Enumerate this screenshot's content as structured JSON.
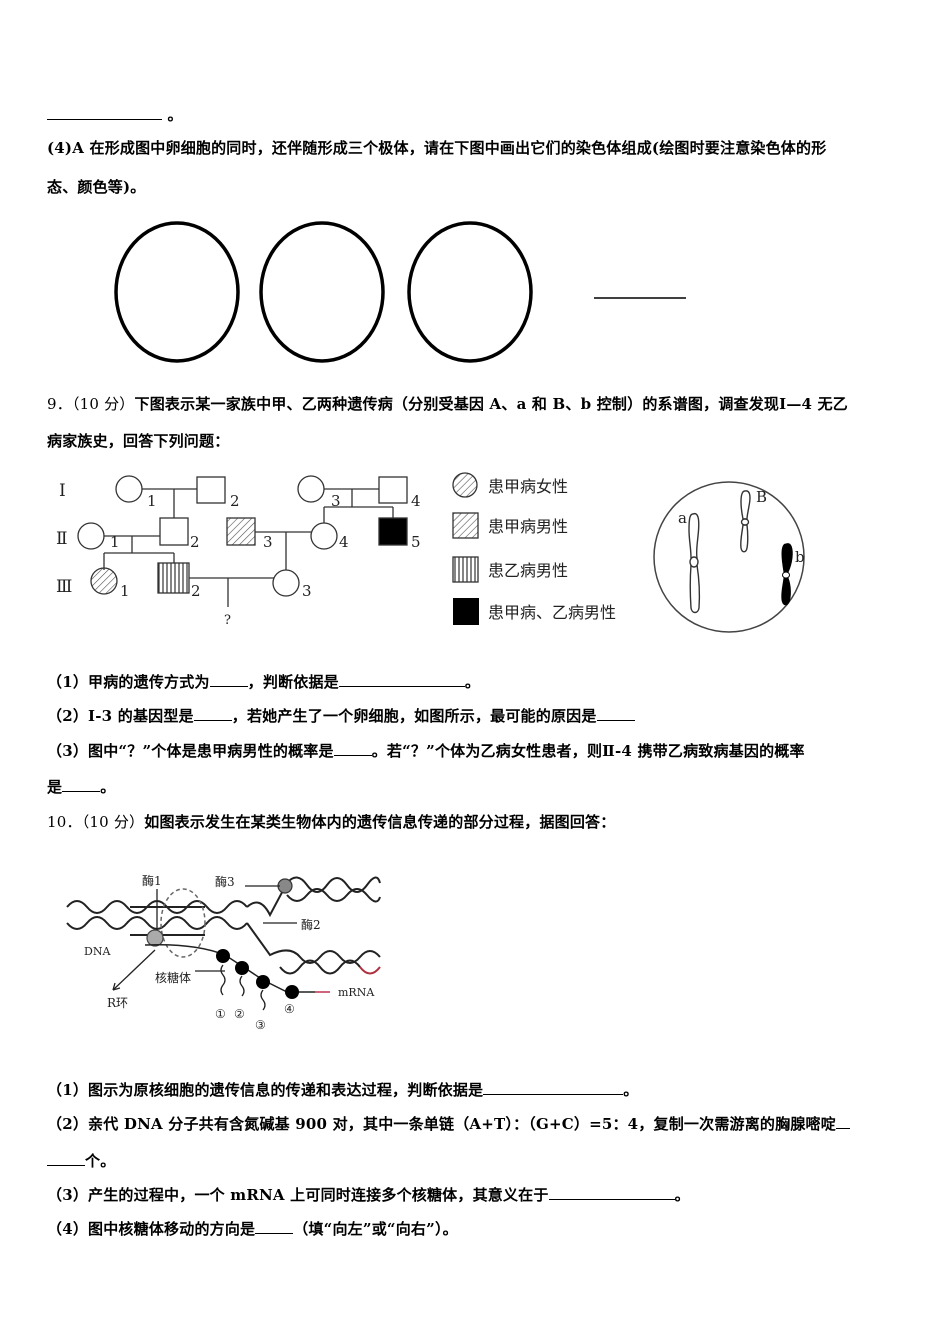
{
  "section_q8": {
    "top_blank_end": "。",
    "part4_line1": "(4)A 在形成图中卵细胞的同时，还伴随形成三个极体，请在下图中画出它们的染色体组成(绘图时要注意染色体的形",
    "part4_line2": "态、颜色等)。",
    "circles_count": 3
  },
  "question9": {
    "number": "9．",
    "score": "（10 分）",
    "stem_line1": "下图表示某一家族中甲、乙两种遗传病（分别受基因 A、a 和 B、b 控制）的系谱图，调查发现Ⅰ—4 无乙",
    "stem_line2": "病家族史，回答下列问题：",
    "pedigree": {
      "generations": [
        "Ⅰ",
        "Ⅱ",
        "Ⅲ"
      ],
      "labels": [
        "1",
        "2",
        "3",
        "4",
        "5"
      ],
      "unknown": "?"
    },
    "legend": [
      {
        "symbol": "hatched-circle",
        "label": "患甲病女性"
      },
      {
        "symbol": "hatched-square",
        "label": "患甲病男性"
      },
      {
        "symbol": "striped-square",
        "label": "患乙病男性"
      },
      {
        "symbol": "filled-square",
        "label": "患甲病、乙病男性"
      }
    ],
    "cell_labels": {
      "a": "a",
      "B": "B",
      "b": "b"
    },
    "parts": {
      "p1_prefix": "（1）甲病的遗传方式为",
      "p1_mid": "，判断依据是",
      "p1_end": "。",
      "p2_prefix": "（2）Ⅰ-3 的基因型是",
      "p2_mid": "，若她产生了一个卵细胞，如图所示，最可能的原因是",
      "p3_prefix": "（3）图中“？”个体是患甲病男性的概率是",
      "p3_mid": "。若“？”个体为乙病女性患者，则Ⅱ-4 携带乙病致病基因的概率",
      "p3_line2_prefix": "是",
      "p3_line2_end": "。"
    }
  },
  "question10": {
    "number": "10．",
    "score": "（10 分）",
    "stem": "如图表示发生在某类生物体内的遗传信息传递的部分过程，据图回答：",
    "diagram_labels": {
      "enzyme1": "酶1",
      "enzyme2": "酶2",
      "enzyme3": "酶3",
      "dna": "DNA",
      "ribosome": "核糖体",
      "r_loop": "R环",
      "mrna": "mRNA",
      "peptides": [
        "①",
        "②",
        "③",
        "④"
      ]
    },
    "parts": {
      "p1_prefix": "（1）图示为原核细胞的遗传信息的传递和表达过程，判断依据是",
      "p1_end": "。",
      "p2_prefix": "（2）亲代 DNA 分子共有含氮碱基 900 对，其中一条单链（A+T）：（G+C）=5：4，复制一次需游离的胸腺嘧啶",
      "p2_line2_end": "个。",
      "p3_prefix": "（3）产生的过程中，一个 mRNA 上可同时连接多个核糖体，其意义在于",
      "p3_end": "。",
      "p4_prefix": "（4）图中核糖体移动的方向是",
      "p4_end": "（填“向左”或“向右”）。"
    }
  }
}
